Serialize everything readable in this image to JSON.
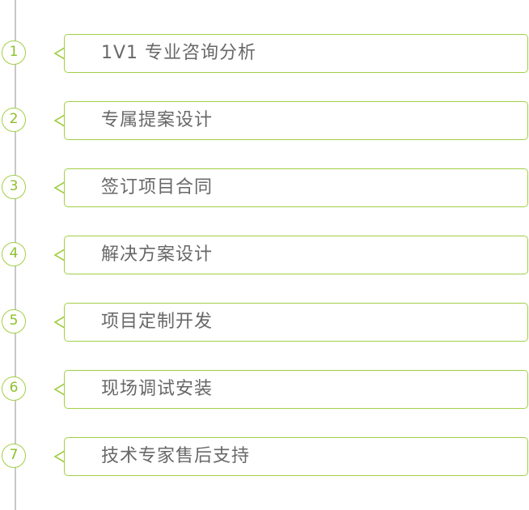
{
  "steps": [
    {
      "number": "1",
      "label": "1V1 专业咨询分析"
    },
    {
      "number": "2",
      "label": "专属提案设计"
    },
    {
      "number": "3",
      "label": "签订项目合同"
    },
    {
      "number": "4",
      "label": "解决方案设计"
    },
    {
      "number": "5",
      "label": "项目定制开发"
    },
    {
      "number": "6",
      "label": "现场调试安装"
    },
    {
      "number": "7",
      "label": "技术专家售后支持"
    }
  ],
  "colors": {
    "accent": "#a2cf45",
    "number": "#8cc02c",
    "text": "#686868",
    "line": "#c8c8c8"
  }
}
